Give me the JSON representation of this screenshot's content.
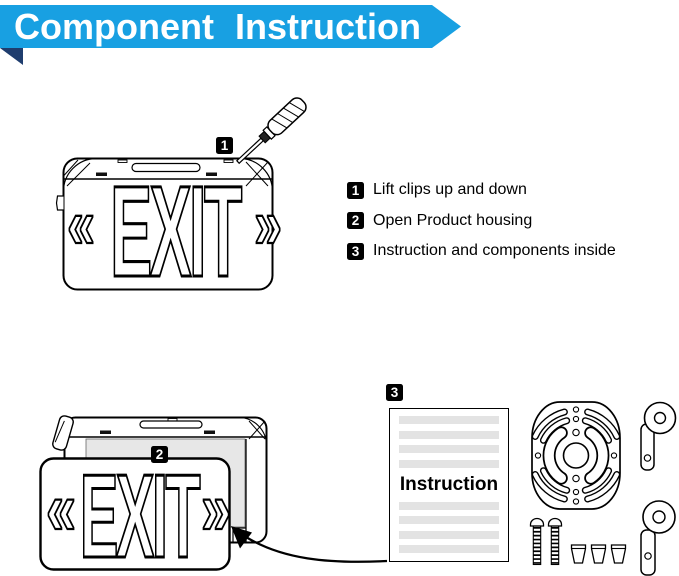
{
  "banner": {
    "title": "Component Instruction",
    "bg_color": "#18a0e2",
    "fold_color": "#1f3d6e",
    "text_color": "#ffffff"
  },
  "steps": [
    {
      "num": "1",
      "label": "Lift clips up and down"
    },
    {
      "num": "2",
      "label": "Open Product housing"
    },
    {
      "num": "3",
      "label": "Instruction and components inside"
    }
  ],
  "exit_sign": {
    "text": "EXIT",
    "left_chevron": "«",
    "right_chevron": "»"
  },
  "sheet": {
    "title": "Instruction",
    "line_count": 8
  },
  "parts": {
    "icons": [
      "instruction-sheet",
      "mounting-plate",
      "machine-screws",
      "wire-nuts",
      "keyhole-bracket",
      "keyhole-bracket"
    ]
  },
  "colors": {
    "line": "#000000",
    "housing_interior": "#e7e7e7",
    "sheet_bar": "#e3e3e3"
  }
}
